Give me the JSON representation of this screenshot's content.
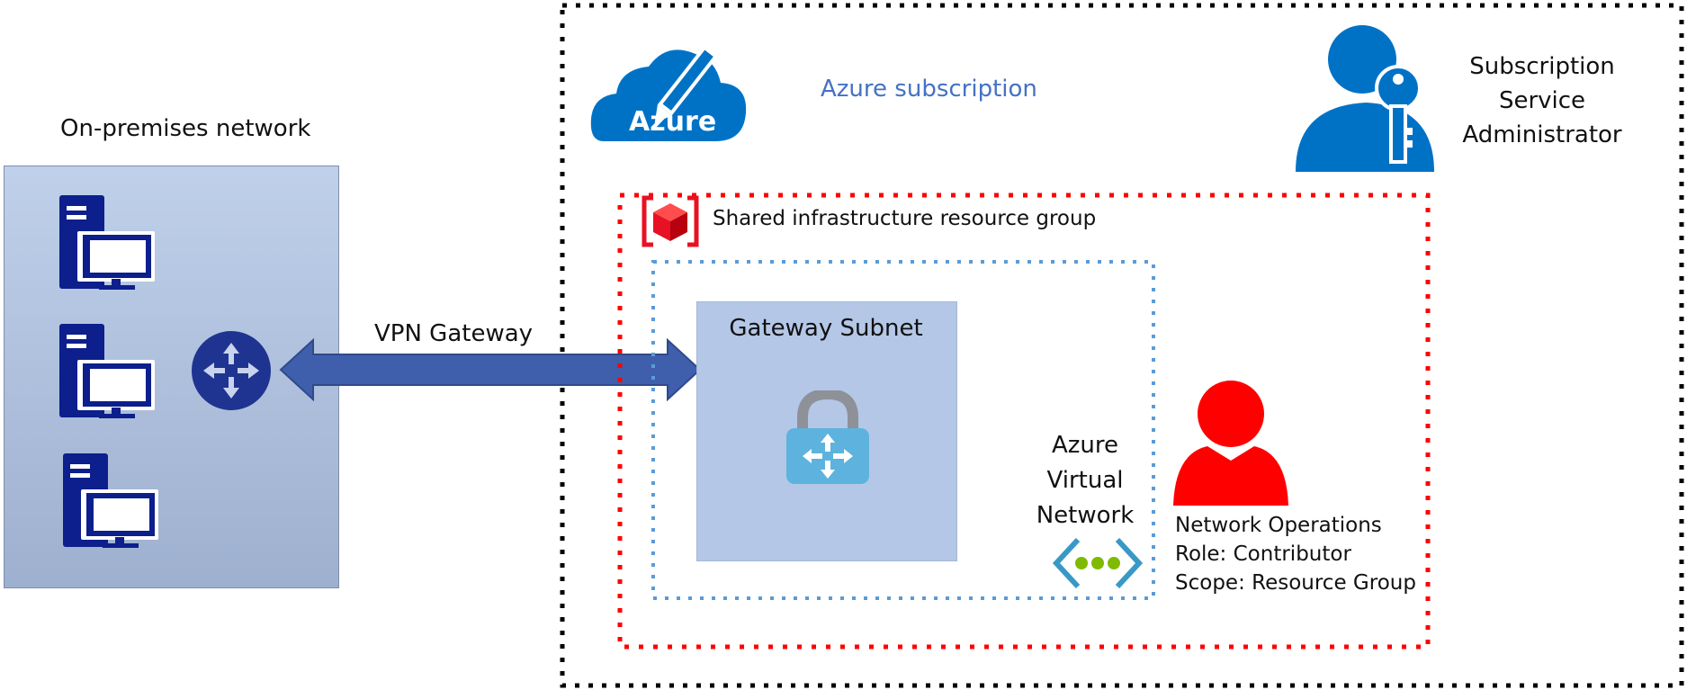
{
  "onprem": {
    "title": "On-premises network",
    "computers": [
      {
        "icon": "computer-icon"
      },
      {
        "icon": "computer-icon"
      },
      {
        "icon": "computer-icon"
      }
    ],
    "router_icon": "router-icon"
  },
  "connection": {
    "label": "VPN Gateway",
    "arrow_icon": "double-arrow-icon"
  },
  "subscription": {
    "title": "Azure subscription",
    "logo_text": "Azure",
    "logo_icon": "azure-cloud-pencil-icon",
    "admin_icon": "admin-key-icon",
    "admin_lines": [
      "Subscription",
      "Service",
      "Administrator"
    ]
  },
  "resource_group": {
    "title": "Shared infrastructure resource group",
    "icon": "resource-group-icon"
  },
  "vnet": {
    "lines": [
      "Azure",
      "Virtual",
      "Network"
    ],
    "icon": "virtual-network-icon"
  },
  "gateway_subnet": {
    "title": "Gateway Subnet",
    "icon": "vpn-gateway-lock-icon"
  },
  "network_ops": {
    "icon": "user-icon",
    "lines": [
      "Network Operations",
      "Role: Contributor",
      "Scope: Resource Group"
    ]
  },
  "colors": {
    "navy": "#0c1f8c",
    "azure_blue": "#0072c6",
    "subscription_text": "#4472c4",
    "red": "#ff0000",
    "dotted_blue": "#5b9bd5",
    "arrow": "#3f5fad",
    "subnet_fill": "#b4c7e7"
  }
}
